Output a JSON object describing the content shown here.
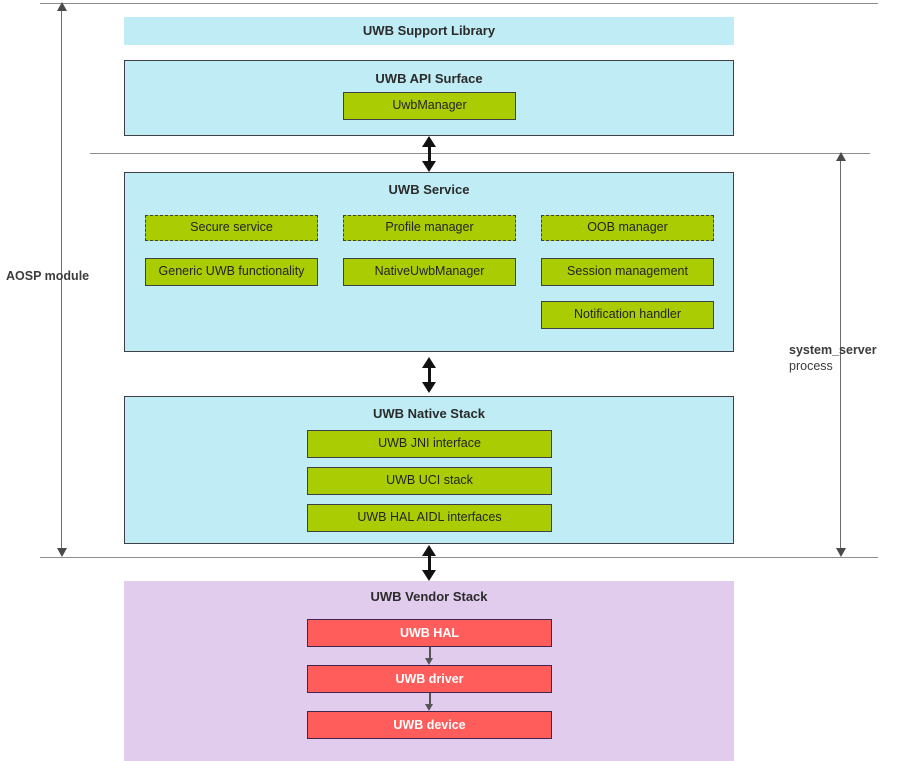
{
  "diagram": {
    "title_text_color": "#242424",
    "colors": {
      "panel_blue": "#BFECF5",
      "panel_purple": "#E1CCED",
      "block_green": "#AACC03",
      "block_red": "#FF5C5C",
      "line_grey": "#8d8d8d",
      "border_dark": "#3f3f46"
    },
    "side_labels": {
      "left": {
        "text": "AOSP module"
      },
      "right": {
        "bold": "system_server",
        "normal": "process"
      }
    },
    "panels": [
      {
        "id": "support_library",
        "title": "UWB Support Library",
        "blocks": []
      },
      {
        "id": "api_surface",
        "title": "UWB API Surface",
        "blocks": [
          {
            "label": "UwbManager",
            "style": "solid"
          }
        ]
      },
      {
        "id": "uwb_service",
        "title": "UWB Service",
        "blocks": [
          {
            "label": "Secure service",
            "style": "dashed"
          },
          {
            "label": "Profile manager",
            "style": "dashed"
          },
          {
            "label": "OOB manager",
            "style": "dashed"
          },
          {
            "label": "Generic UWB functionality",
            "style": "solid"
          },
          {
            "label": "NativeUwbManager",
            "style": "solid"
          },
          {
            "label": "Session management",
            "style": "solid"
          },
          {
            "label": "Notification handler",
            "style": "solid"
          }
        ]
      },
      {
        "id": "native_stack",
        "title": "UWB Native Stack",
        "blocks": [
          {
            "label": "UWB JNI interface",
            "style": "solid"
          },
          {
            "label": "UWB UCI stack",
            "style": "solid"
          },
          {
            "label": "UWB HAL AIDL interfaces",
            "style": "solid"
          }
        ]
      },
      {
        "id": "vendor_stack",
        "title": "UWB Vendor Stack",
        "blocks": [
          {
            "label": "UWB HAL",
            "style": "red"
          },
          {
            "label": "UWB driver",
            "style": "red"
          },
          {
            "label": "UWB device",
            "style": "red"
          }
        ]
      }
    ]
  }
}
